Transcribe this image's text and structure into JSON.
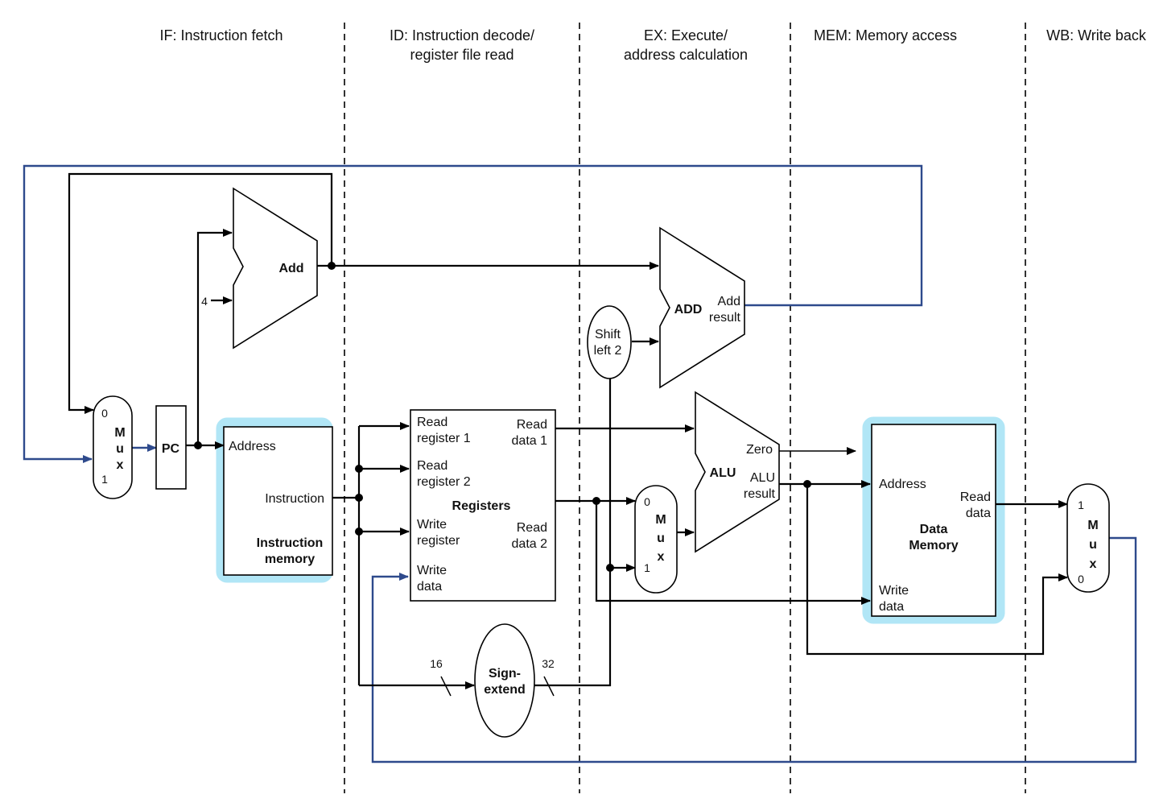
{
  "stages": {
    "if": "IF: Instruction fetch",
    "id_line1": "ID: Instruction decode/",
    "id_line2": "register file read",
    "ex_line1": "EX: Execute/",
    "ex_line2": "address calculation",
    "mem": "MEM: Memory access",
    "wb": "WB: Write back"
  },
  "pc_mux": {
    "in0": "0",
    "m": "M",
    "u": "u",
    "x": "x",
    "in1": "1"
  },
  "pc": {
    "label": "PC"
  },
  "pc_adder": {
    "label": "Add",
    "const": "4"
  },
  "instr_mem": {
    "address": "Address",
    "instruction": "Instruction",
    "title1": "Instruction",
    "title2": "memory"
  },
  "registers": {
    "read_reg1_a": "Read",
    "read_reg1_b": "register 1",
    "read_reg2_a": "Read",
    "read_reg2_b": "register 2",
    "write_reg_a": "Write",
    "write_reg_b": "register",
    "write_data_a": "Write",
    "write_data_b": "data",
    "read_data1_a": "Read",
    "read_data1_b": "data 1",
    "read_data2_a": "Read",
    "read_data2_b": "data 2",
    "title": "Registers"
  },
  "sign_extend": {
    "line1": "Sign-",
    "line2": "extend",
    "in_bits": "16",
    "out_bits": "32"
  },
  "shift_left": {
    "line1": "Shift",
    "line2": "left 2"
  },
  "branch_adder": {
    "label": "ADD",
    "result1": "Add",
    "result2": "result"
  },
  "alu_mux": {
    "in0": "0",
    "m": "M",
    "u": "u",
    "x": "x",
    "in1": "1"
  },
  "alu": {
    "label": "ALU",
    "zero": "Zero",
    "result1": "ALU",
    "result2": "result"
  },
  "data_mem": {
    "address": "Address",
    "read1": "Read",
    "read2": "data",
    "title1": "Data",
    "title2": "Memory",
    "write1": "Write",
    "write2": "data"
  },
  "wb_mux": {
    "in1": "1",
    "m": "M",
    "u": "u",
    "x": "x",
    "in0": "0"
  },
  "colors": {
    "highlight": "#a9e3f5",
    "feedback_wire": "#2e4a8c"
  }
}
